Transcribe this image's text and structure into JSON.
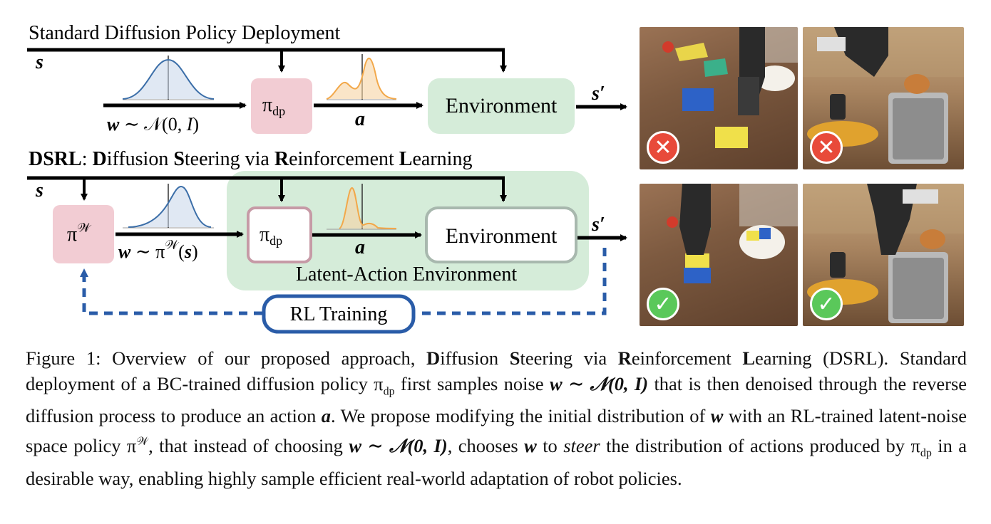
{
  "diagram": {
    "top_title": "Standard Diffusion Policy Deployment",
    "bottom_title_parts": [
      "DSRL",
      ": ",
      "D",
      "iffusion ",
      "S",
      "teering via ",
      "R",
      "einforcement ",
      "L",
      "earning"
    ],
    "state_label": "s",
    "next_state_label": "s′",
    "noise_label_top": "w ∼ 𝒩(0, I)",
    "noise_label_bottom": "w ∼ π𝒲(s)",
    "policy_label": "π",
    "policy_subscript": "dp",
    "latent_policy_label": "π",
    "latent_policy_superscript": "𝒲",
    "action_label": "a",
    "environment_label": "Environment",
    "latent_env_label": "Latent-Action Environment",
    "rl_training_label": "RL Training",
    "colors": {
      "pink_box": "#f2ccd3",
      "green_box": "#d5ecd9",
      "rl_blue": "#2a5ca8",
      "gaussian_blue": "#3b6ea8",
      "action_orange": "#f2a84a"
    }
  },
  "photos": [
    {
      "status": "fail",
      "icon": "cross-icon",
      "scene": "block-sorting"
    },
    {
      "status": "fail",
      "icon": "cross-icon",
      "scene": "toaster"
    },
    {
      "status": "success",
      "icon": "check-icon",
      "scene": "block-sorting"
    },
    {
      "status": "success",
      "icon": "check-icon",
      "scene": "toaster"
    }
  ],
  "caption": {
    "figure_label": "Figure 1:",
    "s1": "Overview of our proposed approach,",
    "b1": "D",
    "t1": "iffusion",
    "b2": "S",
    "t2": "teering via",
    "b3": "R",
    "t3": "einforcement",
    "b4": "L",
    "t4": "earning",
    "abbr": "(DSRL).",
    "s2": "Standard deployment of a BC-trained diffusion policy π",
    "sub_dp": "dp",
    "s3": "first samples noise",
    "s4": "w ∼ 𝒩(0, I)",
    "s5": "that is then denoised through the reverse diffusion process to produce an action",
    "s6": "a",
    "s7": ". We propose modifying the initial distribution of",
    "s8": "w",
    "s9": "with an RL-trained latent-noise space policy π",
    "sup_w": "𝒲",
    "s10": ", that instead of choosing",
    "s11": "w ∼ 𝒩(0, I)",
    "s12": ", chooses",
    "s13": "w",
    "s14": "to",
    "s15": "steer",
    "s16": "the distribution of actions produced by π",
    "s17": "in a desirable way, enabling highly sample efficient real-world adaptation of robot policies."
  }
}
